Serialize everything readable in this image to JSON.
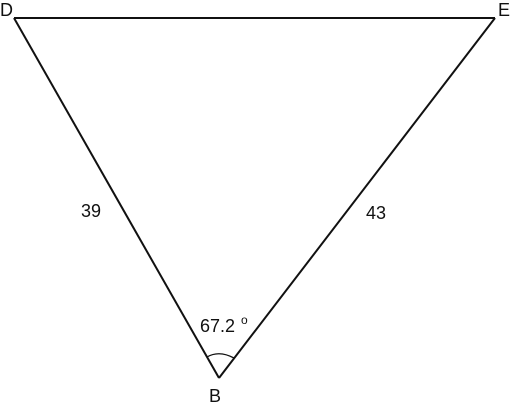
{
  "diagram": {
    "vertices": {
      "D": "D",
      "E": "E",
      "B": "B"
    },
    "sides": {
      "DB": "39",
      "EB": "43"
    },
    "angle": {
      "B": "67.2",
      "unit": "o"
    }
  }
}
